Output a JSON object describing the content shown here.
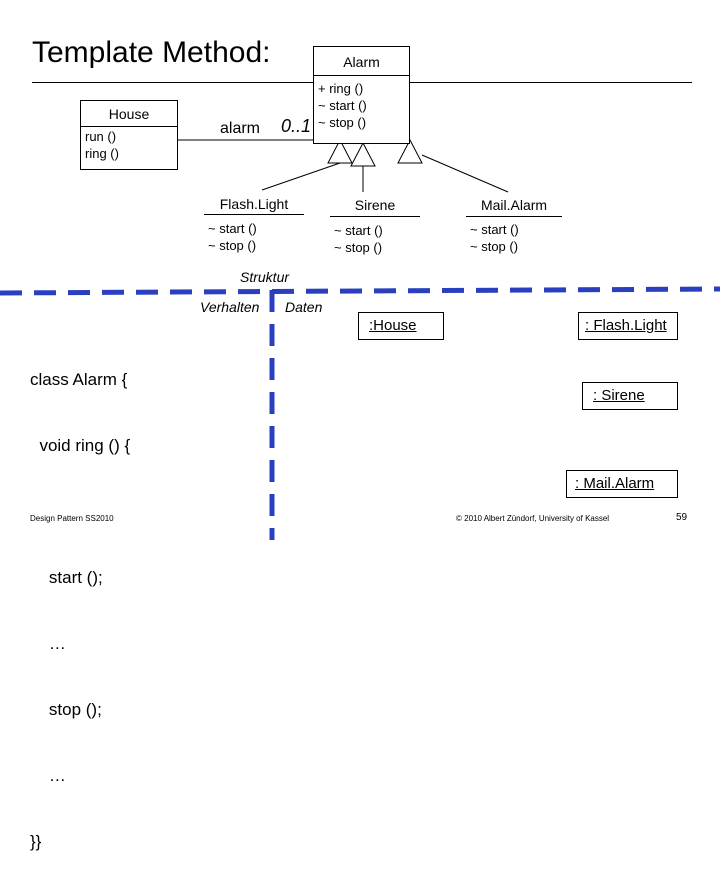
{
  "slide": {
    "title": "Template Method:",
    "footer_left": "Design Pattern SS2010",
    "footer_center": "© 2010 Albert Zündorf, University of Kassel",
    "page_number": "59"
  },
  "uml": {
    "house": {
      "name": "House",
      "ops": [
        "run ()",
        "ring ()"
      ]
    },
    "association": {
      "role": "alarm",
      "multiplicity": "0..1"
    },
    "alarm": {
      "name": "Alarm",
      "ops": [
        "+ ring ()",
        "~ start ()",
        "~ stop ()"
      ]
    },
    "flashlight": {
      "name": "Flash.Light",
      "ops": [
        "~ start ()",
        "~ stop ()"
      ]
    },
    "sirene": {
      "name": "Sirene",
      "ops": [
        "~ start ()",
        "~ stop ()"
      ]
    },
    "mailalarm": {
      "name": "Mail.Alarm",
      "ops": [
        "~ start ()",
        "~ stop ()"
      ]
    }
  },
  "quadrants": {
    "struktur": "Struktur",
    "verhalten": "Verhalten",
    "daten": "Daten"
  },
  "code": {
    "lines": [
      "class Alarm {",
      "  void ring () {",
      "",
      "    start ();",
      "    …",
      "    stop ();",
      "    …",
      "}}"
    ]
  },
  "objects": {
    "house": ":House",
    "flashlight": ": Flash.Light",
    "sirene": ": Sirene",
    "mailalarm": ": Mail.Alarm"
  },
  "colors": {
    "dashed_divider": "#2a3fbf"
  }
}
